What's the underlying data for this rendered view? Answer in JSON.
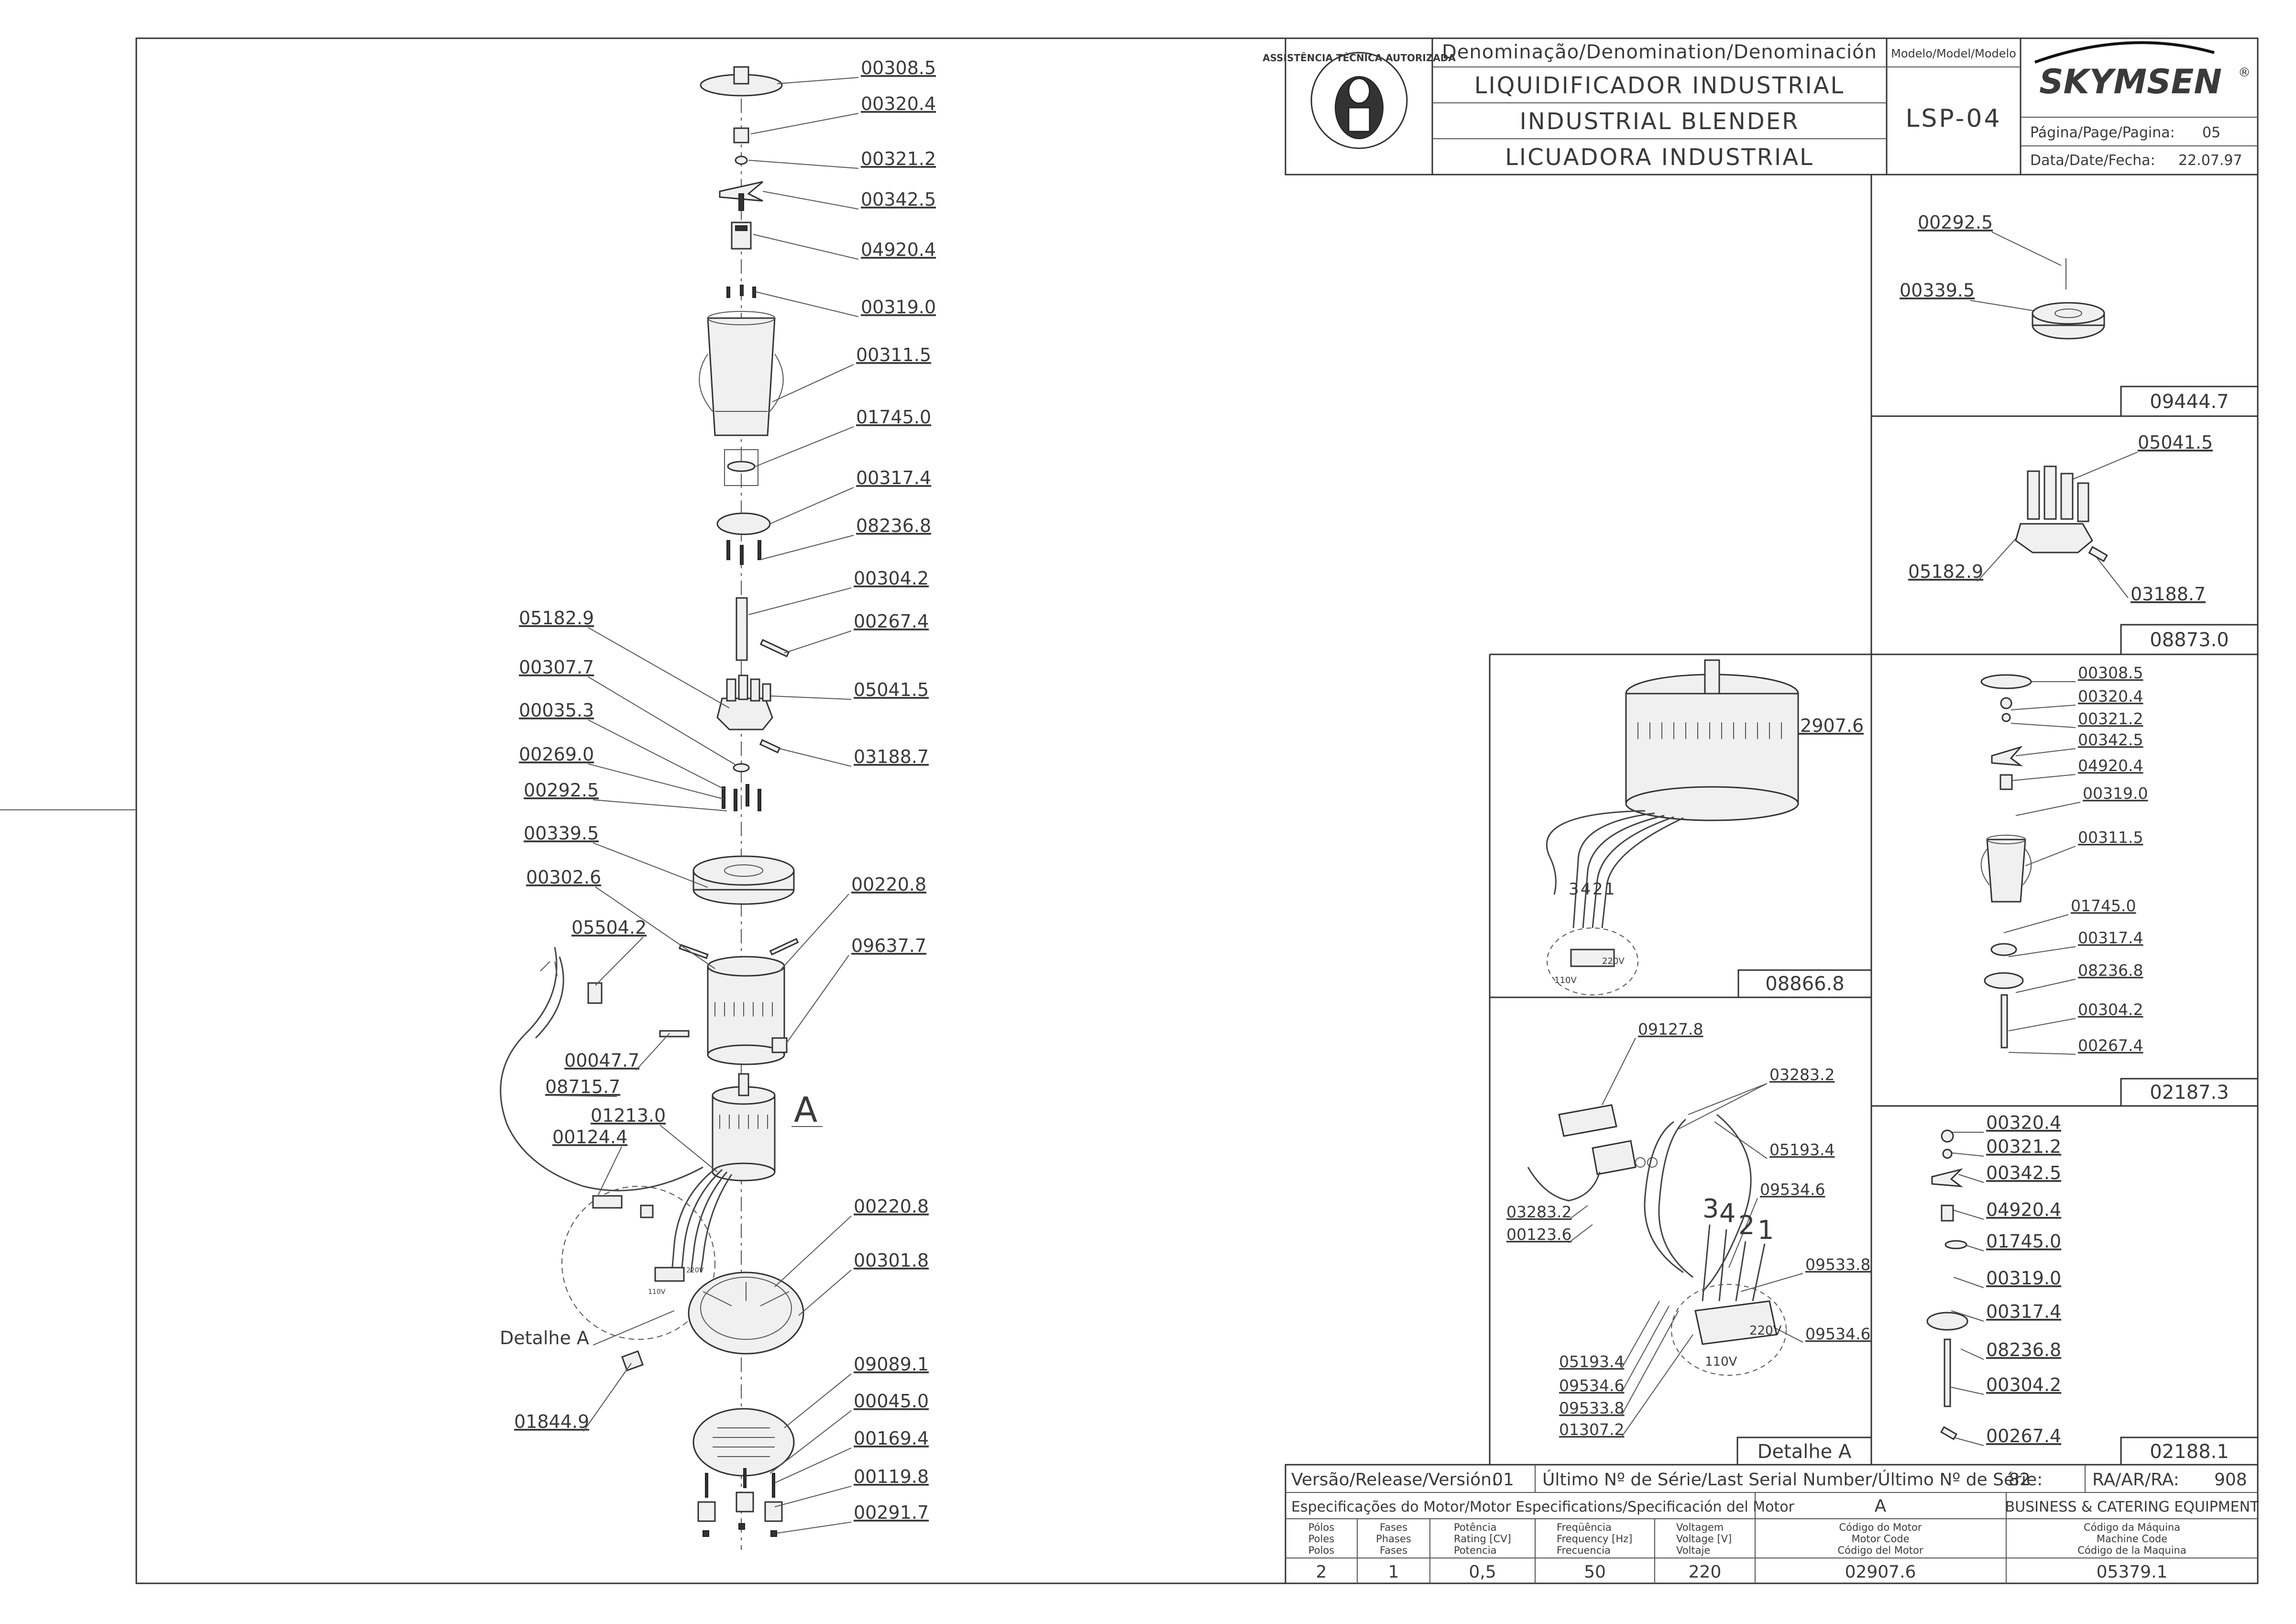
{
  "title_block": {
    "denomination_header": "Denominação/Denomination/Denominación",
    "name_pt": "LIQUIDIFICADOR INDUSTRIAL",
    "name_en": "INDUSTRIAL BLENDER",
    "name_es": "LICUADORA INDUSTRIAL",
    "model_header": "Modelo/Model/Modelo",
    "model": "LSP-04",
    "brand": "SKYMSEN",
    "brand_mark": "®",
    "page_label": "Página/Page/Pagina:",
    "page": "05",
    "date_label": "Data/Date/Fecha:",
    "date": "22.07.97",
    "seal_text": "ASSISTÊNCIA TÉCNICA AUTORIZADA"
  },
  "release_row": {
    "version_label": "Versão/Release/Versión:",
    "version": "01",
    "serial_label": "Último Nº de Série/Last Serial Number/Último Nº de Série:",
    "serial": "82",
    "ra_label": "RA/AR/RA:",
    "ra": "908"
  },
  "motor_spec": {
    "header": "Especificações do Motor/Motor Especifications/Specificación del Motor",
    "header_code": "A",
    "header_business": "BUSINESS & CATERING EQUIPMENT",
    "columns": [
      {
        "l1": "Pólos",
        "l2": "Poles",
        "l3": "Polos",
        "value": "2"
      },
      {
        "l1": "Fases",
        "l2": "Phases",
        "l3": "Fases",
        "value": "1"
      },
      {
        "l1": "Potência",
        "l2": "Rating [CV]",
        "l3": "Potencia",
        "value": "0,5"
      },
      {
        "l1": "Freqüência",
        "l2": "Frequency [Hz]",
        "l3": "Frecuencia",
        "value": "50"
      },
      {
        "l1": "Voltagem",
        "l2": "Voltage [V]",
        "l3": "Voltaje",
        "value": "220"
      },
      {
        "l1": "Código do Motor",
        "l2": "Motor Code",
        "l3": "Código del Motor",
        "value": "02907.6"
      },
      {
        "l1": "Código da Máquina",
        "l2": "Machine Code",
        "l3": "Código de la Maquina",
        "value": "05379.1"
      }
    ]
  },
  "main_drawing": {
    "detail_marker": "A",
    "detail_label": "Detalhe A",
    "right_labels": [
      "00308.5",
      "00320.4",
      "00321.2",
      "00342.5",
      "04920.4",
      "00319.0",
      "00311.5",
      "01745.0",
      "00317.4",
      "08236.8",
      "00304.2",
      "00267.4",
      "05041.5",
      "03188.7",
      "00220.8",
      "09637.7",
      "00220.8",
      "00301.8",
      "09089.1",
      "00045.0",
      "00169.4",
      "00119.8",
      "00291.7"
    ],
    "left_labels": [
      "05182.9",
      "00307.7",
      "00035.3",
      "00269.0",
      "00292.5",
      "00339.5",
      "00302.6",
      "05504.2",
      "00047.7",
      "08715.7",
      "01213.0",
      "00124.4",
      "01844.9"
    ],
    "wire_terms": [
      "110V",
      "220V"
    ]
  },
  "panels": {
    "p09444": {
      "code": "09444.7",
      "labels": [
        "00292.5",
        "00339.5"
      ]
    },
    "p08873": {
      "code": "08873.0",
      "labels": [
        "05041.5",
        "05182.9",
        "03188.7"
      ]
    },
    "p02187": {
      "code": "02187.3",
      "labels": [
        "00308.5",
        "00320.4",
        "00321.2",
        "00342.5",
        "04920.4",
        "00319.0",
        "00311.5",
        "01745.0",
        "00317.4",
        "08236.8",
        "00304.2",
        "00267.4"
      ]
    },
    "p08866": {
      "code": "08866.8",
      "labels": [
        "02907.6"
      ],
      "wire_numbers": [
        "3",
        "4",
        "2",
        "1"
      ],
      "volt_a": "110V",
      "volt_b": "220V"
    },
    "pdetail": {
      "code": "Detalhe A",
      "labels": [
        "09127.8",
        "03283.2",
        "05193.4",
        "09534.6",
        "09533.8",
        "09534.6",
        "03283.2",
        "00123.6",
        "05193.4",
        "09534.6",
        "09533.8",
        "01307.2"
      ],
      "wire_numbers": [
        "3",
        "4",
        "2",
        "1"
      ],
      "volt_a": "110V",
      "volt_b": "220V"
    },
    "p02188": {
      "code": "02188.1",
      "labels": [
        "00320.4",
        "00321.2",
        "00342.5",
        "04920.4",
        "01745.0",
        "00319.0",
        "00317.4",
        "08236.8",
        "00304.2",
        "00267.4"
      ]
    }
  }
}
